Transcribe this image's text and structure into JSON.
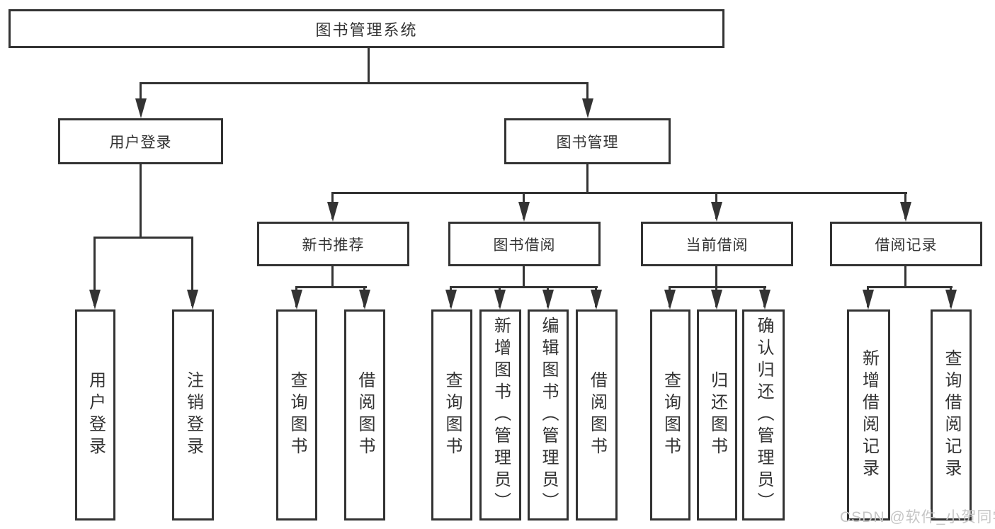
{
  "diagram": {
    "root": "图书管理系统",
    "level2": [
      "用户登录",
      "图书管理"
    ],
    "level3": [
      "新书推荐",
      "图书借阅",
      "当前借阅",
      "借阅记录"
    ],
    "leaves": {
      "login": [
        "用户登录",
        "注销登录"
      ],
      "recommend": [
        "查询图书",
        "借阅图书"
      ],
      "borrow": [
        "查询图书",
        "新增图书（管理员）",
        "编辑图书（管理员）",
        "借阅图书"
      ],
      "current": [
        "查询图书",
        "归还图书",
        "确认归还（管理员）"
      ],
      "record": [
        "新增借阅记录",
        "查询借阅记录"
      ]
    },
    "watermark": "CSDN @软件_小贺同学",
    "colors": {
      "line": "#333333",
      "text": "#333333",
      "watermark": "#c6c6c6",
      "background": "#ffffff"
    }
  }
}
